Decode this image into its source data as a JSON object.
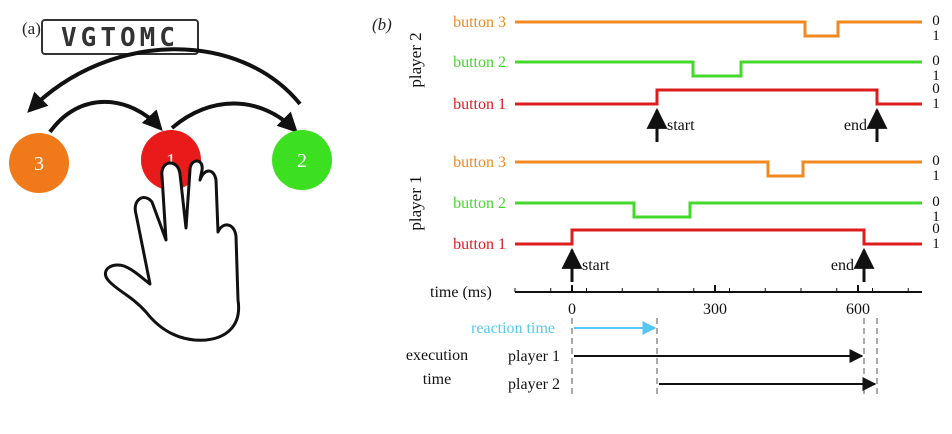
{
  "panel_a": {
    "label": "(a)",
    "logo_text": "VGTOMC",
    "circles": [
      {
        "label": "3",
        "color": "#f07a1a"
      },
      {
        "label": "1",
        "color": "#e81a1a"
      },
      {
        "label": "2",
        "color": "#3ce020"
      }
    ]
  },
  "panel_b": {
    "label": "(b)",
    "groups": [
      {
        "name": "player 2",
        "rows": [
          {
            "label": "button 3",
            "color": "#f08a20",
            "level_high": "0",
            "level_low": "1"
          },
          {
            "label": "button 2",
            "color": "#44d82c",
            "level_high": "0",
            "level_low": "1"
          },
          {
            "label": "button 1",
            "color": "#dd1c1c",
            "level_high": "0",
            "level_low": "1"
          }
        ],
        "start_label": "start",
        "end_label": "end"
      },
      {
        "name": "player 1",
        "rows": [
          {
            "label": "button 3",
            "color": "#f08a20",
            "level_high": "0",
            "level_low": "1"
          },
          {
            "label": "button 2",
            "color": "#44d82c",
            "level_high": "0",
            "level_low": "1"
          },
          {
            "label": "button 1",
            "color": "#dd1c1c",
            "level_high": "0",
            "level_low": "1"
          }
        ],
        "start_label": "start",
        "end_label": "end"
      }
    ],
    "axis_label": "time (ms)",
    "ticks": [
      "0",
      "300",
      "600"
    ],
    "reaction_label": "reaction time",
    "reaction_color": "#55c8f0",
    "execution_label_1": "execution",
    "execution_label_2": "time",
    "exec_rows": [
      {
        "label": "player 1"
      },
      {
        "label": "player 2"
      }
    ]
  }
}
